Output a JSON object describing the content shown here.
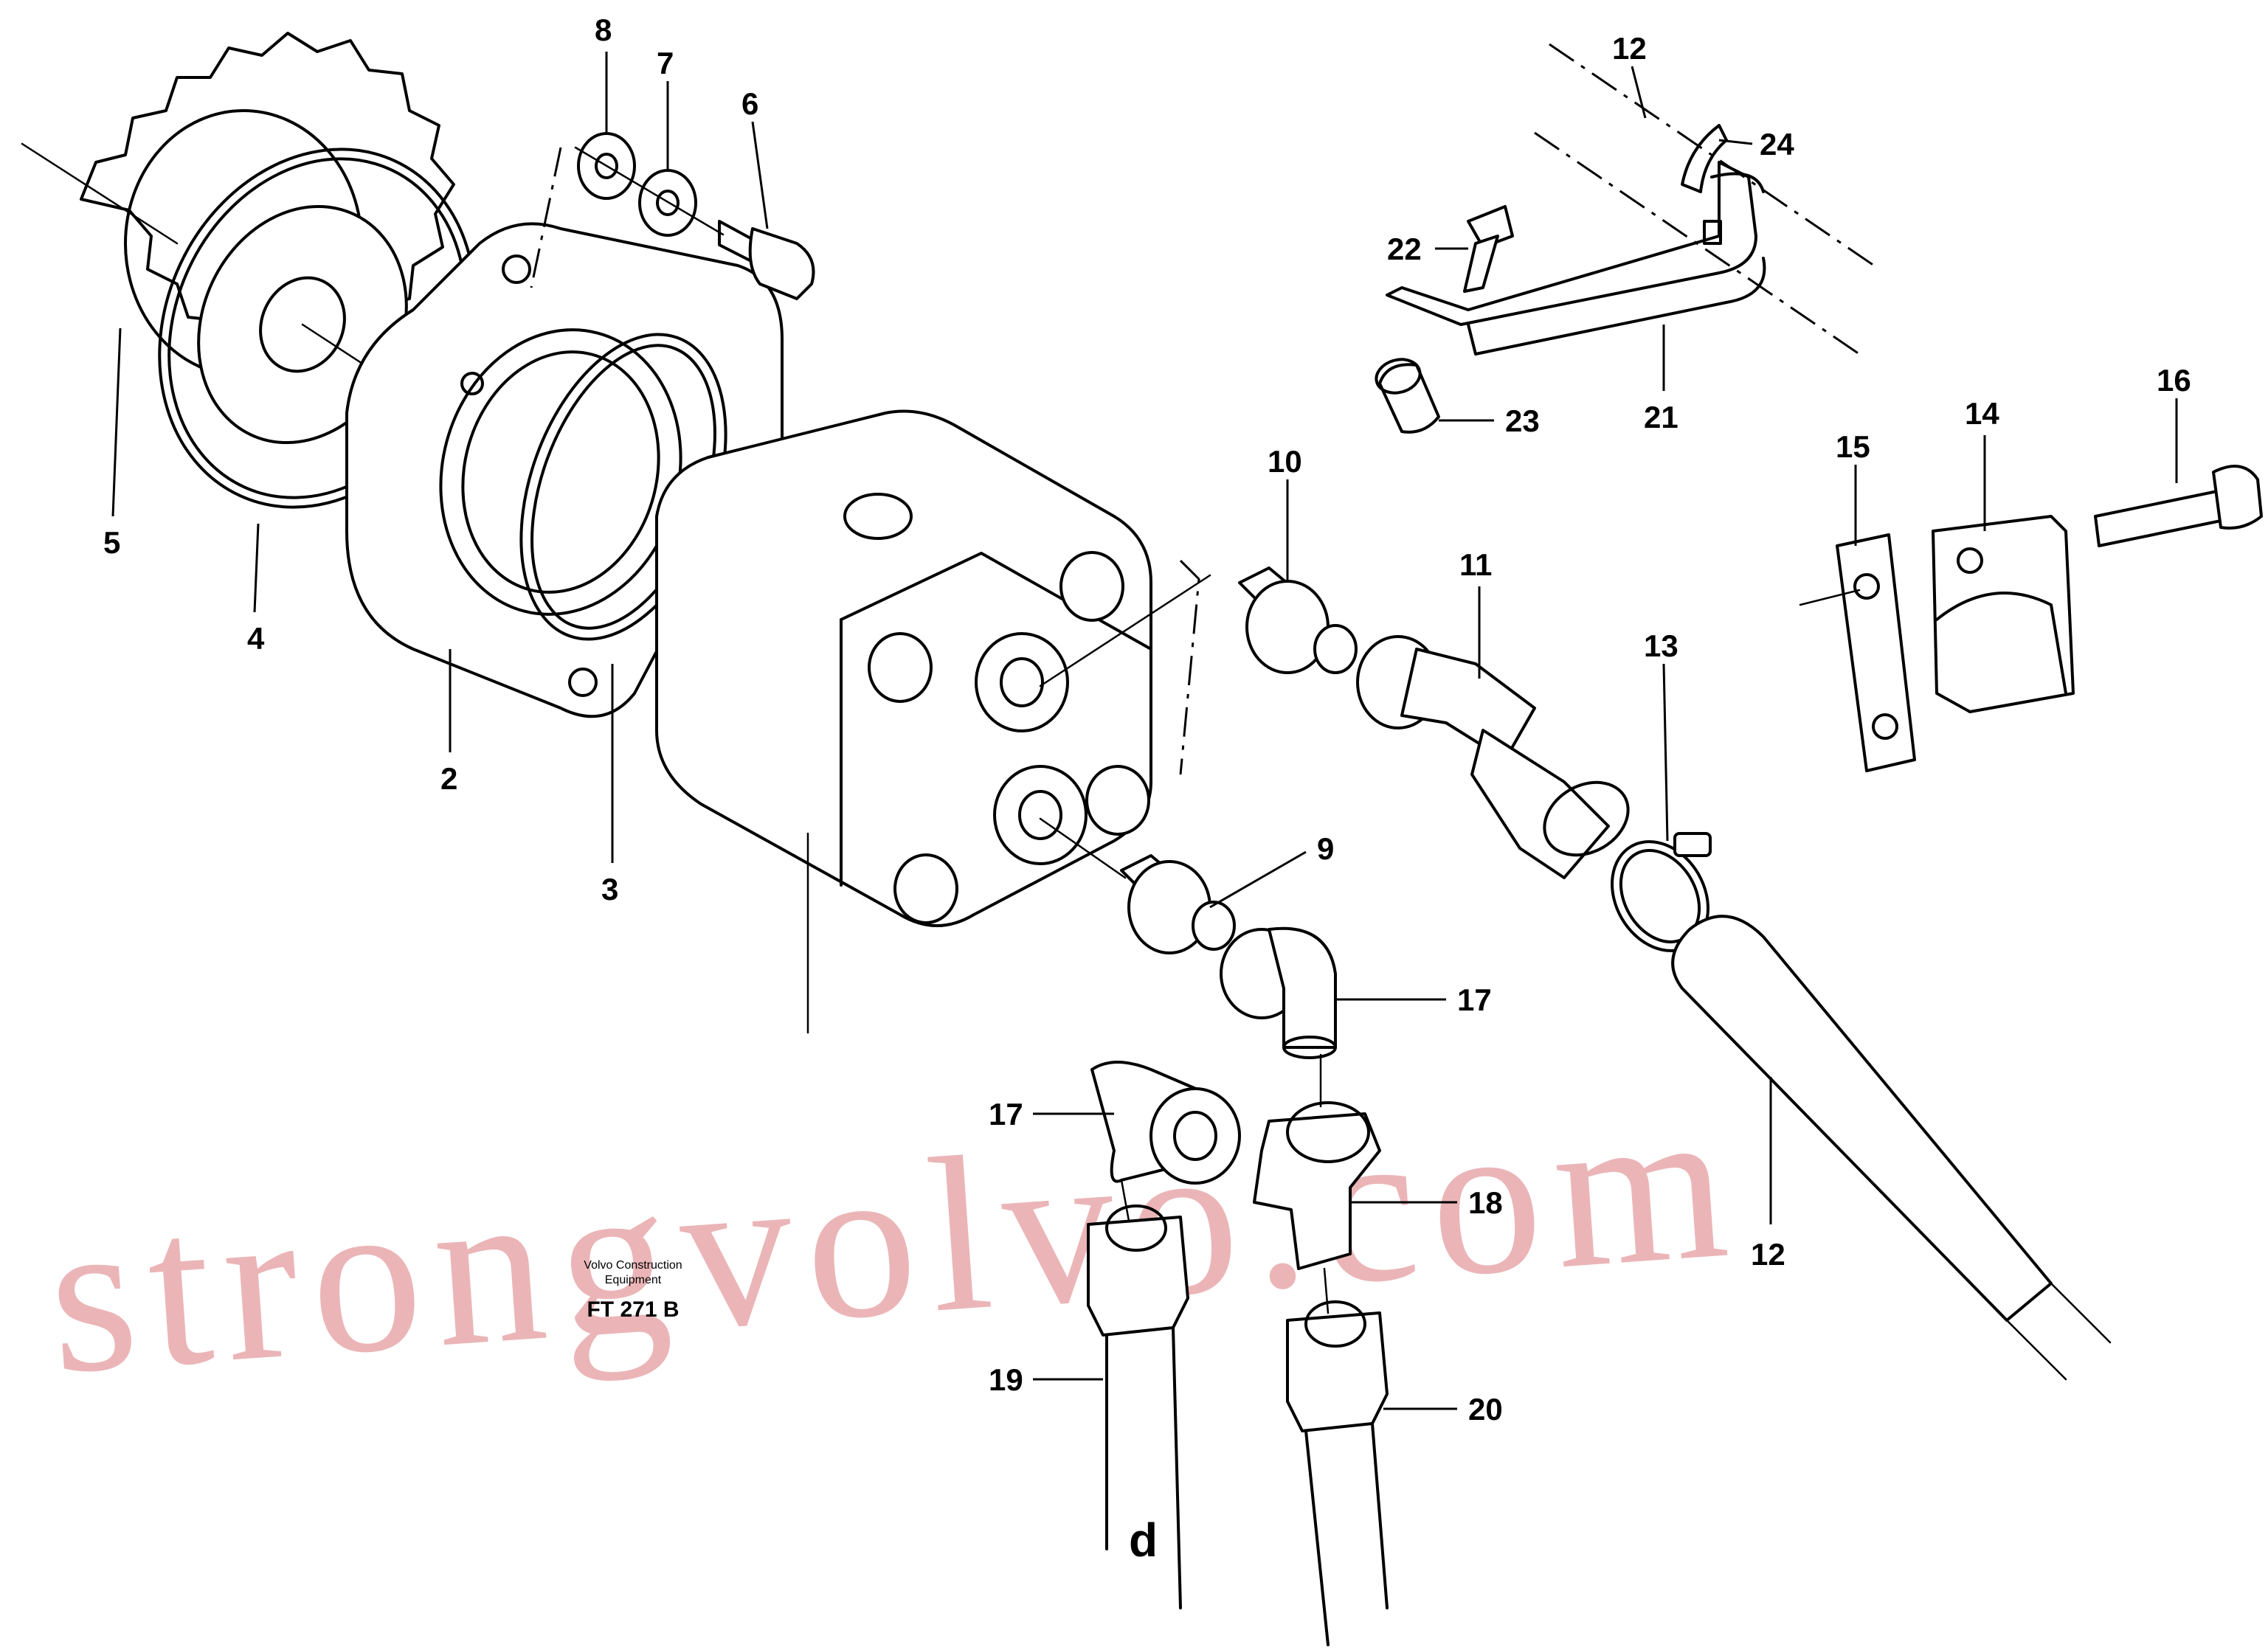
{
  "callouts": {
    "c2": "2",
    "c3": "3",
    "c4": "4",
    "c5": "5",
    "c6": "6",
    "c7": "7",
    "c8": "8",
    "c9": "9",
    "c10": "10",
    "c11": "11",
    "c12_top": "12",
    "c12_bottom": "12",
    "c13": "13",
    "c14": "14",
    "c15": "15",
    "c16": "16",
    "c17_right": "17",
    "c17_left": "17",
    "c18": "18",
    "c19": "19",
    "c20": "20",
    "c21": "21",
    "c22": "22",
    "c23": "23",
    "c24": "24"
  },
  "caption": {
    "line1": "Volvo Construction",
    "line2": "Equipment",
    "code": "FT 271 B"
  },
  "pipe_label": "d",
  "watermark": "strongvolvo.com"
}
